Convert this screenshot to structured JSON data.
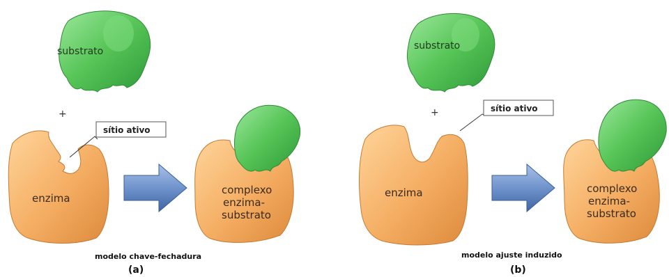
{
  "panel_a": {
    "substrate_label": "substrato",
    "plus": "+",
    "active_site_label": "sítio ativo",
    "enzyme_label": "enzima",
    "complex_label_line1": "complexo",
    "complex_label_line2": "enzima-",
    "complex_label_line3": "substrato",
    "caption": "modelo chave-fechadura",
    "letter": "(a)"
  },
  "panel_b": {
    "substrate_label": "substrato",
    "plus": "+",
    "active_site_label": "sítio ativo",
    "enzyme_label": "enzima",
    "complex_label_line1": "complexo",
    "complex_label_line2": "enzima-",
    "complex_label_line3": "substrato",
    "caption": "modelo ajuste induzido",
    "letter": "(b)"
  },
  "colors": {
    "substrate": "#5cc95c",
    "enzyme": "#f0a45a",
    "arrow": "#5b80b8"
  }
}
